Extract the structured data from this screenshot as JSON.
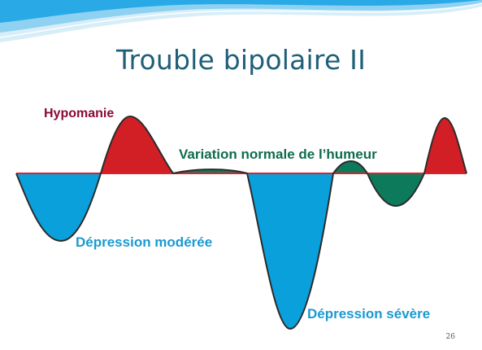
{
  "slide": {
    "title": "Trouble bipolaire II",
    "page_number": "26"
  },
  "labels": {
    "hypomania": "Hypomanie",
    "normal_variation": "Variation normale de l’humeur",
    "moderate_depression": "Dépression modérée",
    "severe_depression": "Dépression sévère"
  },
  "colors": {
    "hypomania": "#d11f25",
    "normal_variation": "#0d7a5c",
    "depression": "#0aa0dc",
    "baseline": "#e0202a",
    "outline": "#2b2b2b",
    "header_wave_blue": "#29a9e6",
    "header_wave_light": "#bfe4f6"
  }
}
